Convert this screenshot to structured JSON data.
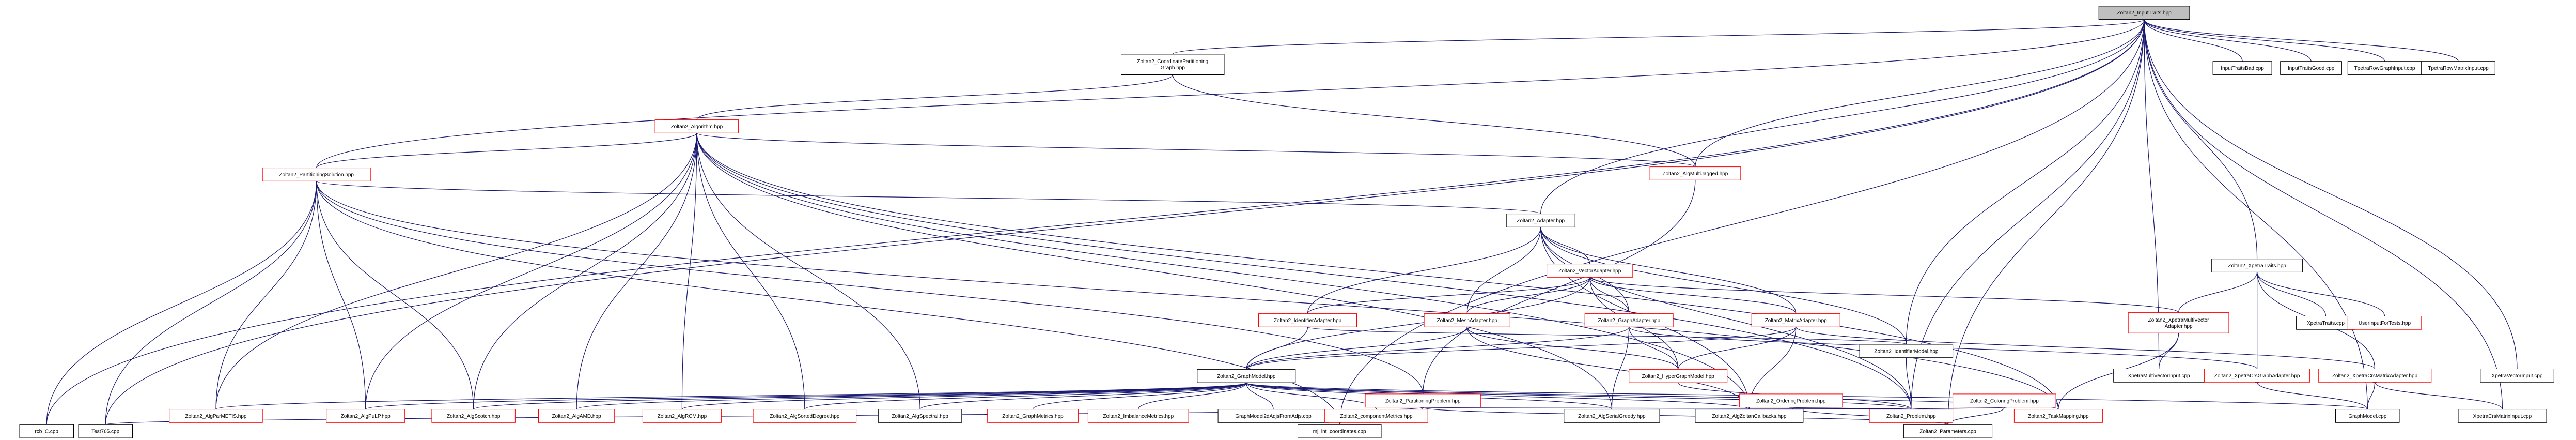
{
  "colors": {
    "edge": "#191970",
    "node_border_normal": "#000000",
    "node_border_truncated": "#ff0000",
    "node_fill_normal": "#ffffff",
    "node_fill_root": "#bfbfbf",
    "text": "#000000"
  },
  "nodes": [
    {
      "id": "n0",
      "lines": [
        "Zoltan2_InputTraits.hpp"
      ],
      "kind": "root"
    },
    {
      "id": "n1",
      "lines": [
        "InputTraitsBad.cpp"
      ],
      "kind": "normal"
    },
    {
      "id": "n2",
      "lines": [
        "InputTraitsGood.cpp"
      ],
      "kind": "normal"
    },
    {
      "id": "n3",
      "lines": [
        "TpetraRowGraphInput.cpp"
      ],
      "kind": "normal"
    },
    {
      "id": "n4",
      "lines": [
        "TpetraRowMatrixInput.cpp"
      ],
      "kind": "normal"
    },
    {
      "id": "n5",
      "lines": [
        "Zoltan2_CoordinatePartitioning",
        "Graph.hpp"
      ],
      "kind": "normal"
    },
    {
      "id": "n6",
      "lines": [
        "Zoltan2_Algorithm.hpp"
      ],
      "kind": "truncated"
    },
    {
      "id": "n7",
      "lines": [
        "Zoltan2_PartitioningSolution.hpp"
      ],
      "kind": "truncated"
    },
    {
      "id": "n8",
      "lines": [
        "Zoltan2_AlgMultiJagged.hpp"
      ],
      "kind": "truncated"
    },
    {
      "id": "n9",
      "lines": [
        "Zoltan2_Adapter.hpp"
      ],
      "kind": "normal"
    },
    {
      "id": "n10",
      "lines": [
        "Zoltan2_VectorAdapter.hpp"
      ],
      "kind": "truncated"
    },
    {
      "id": "n11",
      "lines": [
        "Zoltan2_IdentifierAdapter.hpp"
      ],
      "kind": "truncated"
    },
    {
      "id": "n12",
      "lines": [
        "Zoltan2_MeshAdapter.hpp"
      ],
      "kind": "truncated"
    },
    {
      "id": "n13",
      "lines": [
        "Zoltan2_GraphAdapter.hpp"
      ],
      "kind": "truncated"
    },
    {
      "id": "n14",
      "lines": [
        "Zoltan2_MatrixAdapter.hpp"
      ],
      "kind": "truncated"
    },
    {
      "id": "n15",
      "lines": [
        "Zoltan2_HyperGraphModel.hpp"
      ],
      "kind": "truncated"
    },
    {
      "id": "n16",
      "lines": [
        "Zoltan2_IdentifierModel.hpp"
      ],
      "kind": "normal"
    },
    {
      "id": "n17",
      "lines": [
        "Zoltan2_GraphModel.hpp"
      ],
      "kind": "normal"
    },
    {
      "id": "n18",
      "lines": [
        "Zoltan2_XpetraTraits.hpp"
      ],
      "kind": "normal"
    },
    {
      "id": "n19",
      "lines": [
        "Zoltan2_XpetraMultiVector",
        "Adapter.hpp"
      ],
      "kind": "truncated"
    },
    {
      "id": "n20",
      "lines": [
        "XpetraTraits.cpp"
      ],
      "kind": "normal"
    },
    {
      "id": "n21",
      "lines": [
        "UserInputForTests.hpp"
      ],
      "kind": "truncated"
    },
    {
      "id": "n22",
      "lines": [
        "XpetraMultiVectorInput.cpp"
      ],
      "kind": "normal"
    },
    {
      "id": "n23",
      "lines": [
        "Zoltan2_XpetraCrsGraphAdapter.hpp"
      ],
      "kind": "truncated"
    },
    {
      "id": "n24",
      "lines": [
        "Zoltan2_XpetraCrsMatrixAdapter.hpp"
      ],
      "kind": "truncated"
    },
    {
      "id": "n25",
      "lines": [
        "XpetraVectorInput.cpp"
      ],
      "kind": "normal"
    },
    {
      "id": "n26",
      "lines": [
        "Zoltan2_AlgParMETIS.hpp"
      ],
      "kind": "truncated"
    },
    {
      "id": "n27",
      "lines": [
        "Zoltan2_AlgPuLP.hpp"
      ],
      "kind": "truncated"
    },
    {
      "id": "n28",
      "lines": [
        "Zoltan2_AlgScotch.hpp"
      ],
      "kind": "truncated"
    },
    {
      "id": "n29",
      "lines": [
        "Zoltan2_AlgAMD.hpp"
      ],
      "kind": "truncated"
    },
    {
      "id": "n30",
      "lines": [
        "Zoltan2_AlgRCM.hpp"
      ],
      "kind": "truncated"
    },
    {
      "id": "n31",
      "lines": [
        "Zoltan2_AlgSortedDegree.hpp"
      ],
      "kind": "truncated"
    },
    {
      "id": "n32",
      "lines": [
        "Zoltan2_AlgSpectral.hpp"
      ],
      "kind": "normal"
    },
    {
      "id": "n33",
      "lines": [
        "Zoltan2_GraphMetrics.hpp"
      ],
      "kind": "truncated"
    },
    {
      "id": "n34",
      "lines": [
        "Zoltan2_ImbalanceMetrics.hpp"
      ],
      "kind": "truncated"
    },
    {
      "id": "n35",
      "lines": [
        "GraphModel2dAdjsFromAdjs.cpp"
      ],
      "kind": "normal"
    },
    {
      "id": "n36",
      "lines": [
        "Zoltan2_componentMetrics.hpp"
      ],
      "kind": "truncated"
    },
    {
      "id": "n37",
      "lines": [
        "Zoltan2_AlgSerialGreedy.hpp"
      ],
      "kind": "normal"
    },
    {
      "id": "n38",
      "lines": [
        "Zoltan2_AlgZoltanCallbacks.hpp"
      ],
      "kind": "normal"
    },
    {
      "id": "n39",
      "lines": [
        "Zoltan2_Problem.hpp"
      ],
      "kind": "truncated"
    },
    {
      "id": "n40",
      "lines": [
        "Zoltan2_TaskMapping.hpp"
      ],
      "kind": "truncated"
    },
    {
      "id": "n41",
      "lines": [
        "GraphModel.cpp"
      ],
      "kind": "normal"
    },
    {
      "id": "n42",
      "lines": [
        "XpetraCrsMatrixInput.cpp"
      ],
      "kind": "normal"
    },
    {
      "id": "n43",
      "lines": [
        "Zoltan2_PartitioningProblem.hpp"
      ],
      "kind": "truncated"
    },
    {
      "id": "n44",
      "lines": [
        "Zoltan2_OrderingProblem.hpp"
      ],
      "kind": "truncated"
    },
    {
      "id": "n45",
      "lines": [
        "Zoltan2_ColoringProblem.hpp"
      ],
      "kind": "truncated"
    },
    {
      "id": "n46",
      "lines": [
        "rcb_C.cpp"
      ],
      "kind": "normal"
    },
    {
      "id": "n47",
      "lines": [
        "Test765.cpp"
      ],
      "kind": "normal"
    },
    {
      "id": "n48",
      "lines": [
        "mj_int_coordinates.cpp"
      ],
      "kind": "normal"
    },
    {
      "id": "n49",
      "lines": [
        "Zoltan2_Parameters.cpp"
      ],
      "kind": "normal"
    }
  ],
  "edges": [
    [
      "n0",
      "n1"
    ],
    [
      "n0",
      "n2"
    ],
    [
      "n0",
      "n3"
    ],
    [
      "n0",
      "n4"
    ],
    [
      "n0",
      "n5"
    ],
    [
      "n0",
      "n7"
    ],
    [
      "n0",
      "n9"
    ],
    [
      "n0",
      "n8"
    ],
    [
      "n0",
      "n18"
    ],
    [
      "n0",
      "n22"
    ],
    [
      "n0",
      "n25"
    ],
    [
      "n0",
      "n39"
    ],
    [
      "n0",
      "n41"
    ],
    [
      "n0",
      "n42"
    ],
    [
      "n0",
      "n49"
    ],
    [
      "n0",
      "n46"
    ],
    [
      "n0",
      "n47"
    ],
    [
      "n0",
      "n48"
    ],
    [
      "n0",
      "n16"
    ],
    [
      "n5",
      "n6"
    ],
    [
      "n5",
      "n8"
    ],
    [
      "n6",
      "n7"
    ],
    [
      "n6",
      "n8"
    ],
    [
      "n6",
      "n26"
    ],
    [
      "n6",
      "n27"
    ],
    [
      "n6",
      "n28"
    ],
    [
      "n6",
      "n29"
    ],
    [
      "n6",
      "n30"
    ],
    [
      "n6",
      "n31"
    ],
    [
      "n6",
      "n32"
    ],
    [
      "n6",
      "n37"
    ],
    [
      "n6",
      "n38"
    ],
    [
      "n6",
      "n39"
    ],
    [
      "n6",
      "n40"
    ],
    [
      "n7",
      "n9"
    ],
    [
      "n7",
      "n26"
    ],
    [
      "n7",
      "n27"
    ],
    [
      "n7",
      "n28"
    ],
    [
      "n7",
      "n43"
    ],
    [
      "n7",
      "n46"
    ],
    [
      "n7",
      "n47"
    ],
    [
      "n7",
      "n48"
    ],
    [
      "n7",
      "n40"
    ],
    [
      "n8",
      "n43"
    ],
    [
      "n9",
      "n10"
    ],
    [
      "n9",
      "n11"
    ],
    [
      "n9",
      "n12"
    ],
    [
      "n9",
      "n13"
    ],
    [
      "n9",
      "n14"
    ],
    [
      "n9",
      "n16"
    ],
    [
      "n9",
      "n38"
    ],
    [
      "n9",
      "n39"
    ],
    [
      "n10",
      "n11"
    ],
    [
      "n10",
      "n12"
    ],
    [
      "n10",
      "n13"
    ],
    [
      "n10",
      "n14"
    ],
    [
      "n10",
      "n19"
    ],
    [
      "n10",
      "n15"
    ],
    [
      "n10",
      "n17"
    ],
    [
      "n11",
      "n17"
    ],
    [
      "n11",
      "n16"
    ],
    [
      "n12",
      "n17"
    ],
    [
      "n12",
      "n15"
    ],
    [
      "n12",
      "n38"
    ],
    [
      "n13",
      "n17"
    ],
    [
      "n13",
      "n15"
    ],
    [
      "n13",
      "n23"
    ],
    [
      "n13",
      "n37"
    ],
    [
      "n14",
      "n17"
    ],
    [
      "n14",
      "n15"
    ],
    [
      "n14",
      "n24"
    ],
    [
      "n14",
      "n38"
    ],
    [
      "n15",
      "n39"
    ],
    [
      "n16",
      "n39"
    ],
    [
      "n17",
      "n26"
    ],
    [
      "n17",
      "n27"
    ],
    [
      "n17",
      "n28"
    ],
    [
      "n17",
      "n29"
    ],
    [
      "n17",
      "n30"
    ],
    [
      "n17",
      "n31"
    ],
    [
      "n17",
      "n32"
    ],
    [
      "n17",
      "n33"
    ],
    [
      "n17",
      "n34"
    ],
    [
      "n17",
      "n35"
    ],
    [
      "n17",
      "n36"
    ],
    [
      "n17",
      "n37"
    ],
    [
      "n17",
      "n38"
    ],
    [
      "n17",
      "n39"
    ],
    [
      "n17",
      "n40"
    ],
    [
      "n17",
      "n41"
    ],
    [
      "n18",
      "n19"
    ],
    [
      "n18",
      "n20"
    ],
    [
      "n18",
      "n21"
    ],
    [
      "n18",
      "n23"
    ],
    [
      "n18",
      "n24"
    ],
    [
      "n19",
      "n22"
    ],
    [
      "n19",
      "n40"
    ],
    [
      "n23",
      "n41"
    ],
    [
      "n24",
      "n41"
    ],
    [
      "n24",
      "n42"
    ],
    [
      "n39",
      "n43"
    ],
    [
      "n39",
      "n44"
    ],
    [
      "n39",
      "n45"
    ],
    [
      "n43",
      "n47"
    ],
    [
      "n43",
      "n48"
    ],
    [
      "n43",
      "n49"
    ],
    [
      "n44",
      "n49"
    ],
    [
      "n45",
      "n49"
    ]
  ]
}
